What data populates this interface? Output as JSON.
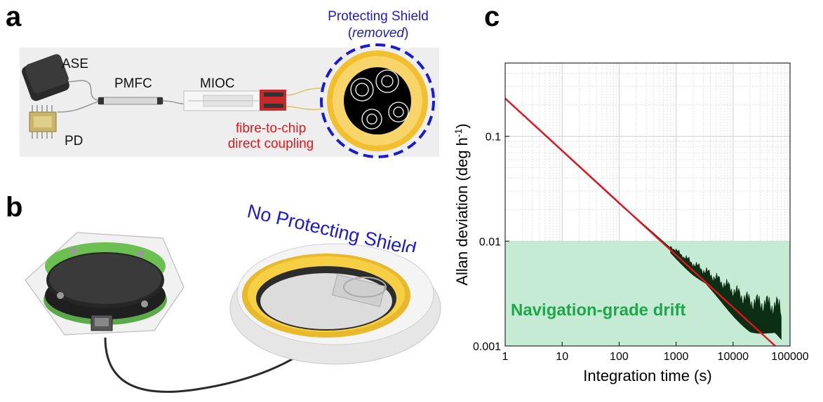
{
  "panel_a": {
    "letter": "a",
    "labels": {
      "ase": "ASE",
      "pd": "PD",
      "pmfc": "PMFC",
      "mioc": "MIOC",
      "coupling_line1": "fibre-to-chip",
      "coupling_line2": "direct coupling",
      "shield_line1": "Protecting Shield",
      "shield_line2_open": "(",
      "shield_line2_italic": "removed",
      "shield_line2_close": ")"
    }
  },
  "panel_b": {
    "letter": "b",
    "label": "No Protecting Shield"
  },
  "panel_c": {
    "letter": "c",
    "annotation": "Navigation-grade drift",
    "colors": {
      "fit": "#e3141b",
      "data": "#0c2e14",
      "band": "#c5ebd4",
      "annotation": "#1fa64a"
    }
  },
  "chart_data": {
    "type": "line",
    "xscale": "log",
    "yscale": "log",
    "xlim": [
      1,
      100000
    ],
    "ylim": [
      0.001,
      0.5
    ],
    "xlabel": "Integration time (s)",
    "ylabel_main": "Allan deviation (deg h",
    "ylabel_sup": "-1",
    "ylabel_close": ")",
    "x_ticks": [
      "1",
      "10",
      "100",
      "1000",
      "10000",
      "100000"
    ],
    "x_tick_values": [
      1,
      10,
      100,
      1000,
      10000,
      100000
    ],
    "y_ticks": [
      "0.001",
      "0.01",
      "0.1"
    ],
    "y_tick_values": [
      0.001,
      0.01,
      0.1
    ],
    "grid": true,
    "shaded_band": {
      "ymin": 0.001,
      "ymax": 0.01
    },
    "series": [
      {
        "role": "fit",
        "x": [
          1,
          55000
        ],
        "y": [
          0.23,
          0.001
        ]
      },
      {
        "role": "measured",
        "x": [
          1,
          100,
          800,
          2000,
          5000,
          10000,
          20000,
          40000,
          70000
        ],
        "y": [
          0.23,
          0.023,
          0.0085,
          0.0055,
          0.0038,
          0.0028,
          0.0021,
          0.0019,
          0.0017
        ]
      }
    ]
  }
}
